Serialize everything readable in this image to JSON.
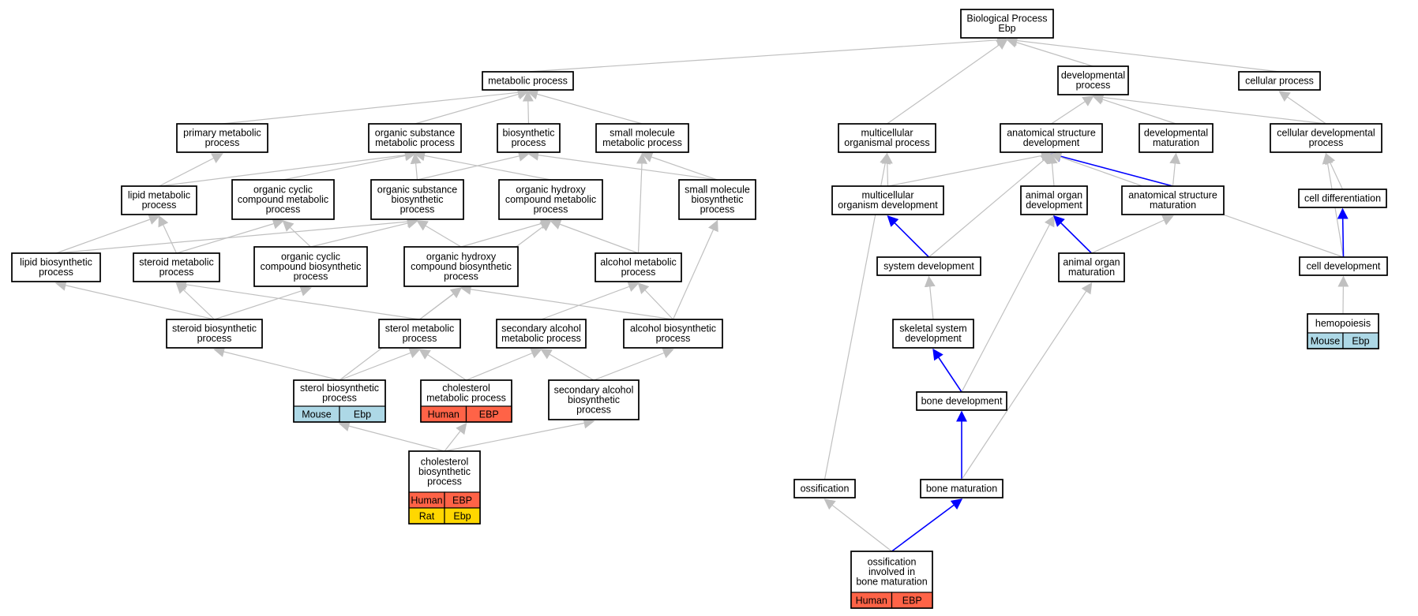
{
  "colors": {
    "edge_default": "#c0c0c0",
    "edge_highlight": "#0000ff",
    "species_Mouse": "#add8e6",
    "species_Human": "#ff6347",
    "species_Rat": "#ffd700"
  },
  "nodes": [
    {
      "id": "bp",
      "lines": [
        "Biological Process",
        "Ebp"
      ]
    },
    {
      "id": "metabolic",
      "lines": [
        "metabolic process"
      ]
    },
    {
      "id": "developmental",
      "lines": [
        "developmental",
        "process"
      ]
    },
    {
      "id": "cellular",
      "lines": [
        "cellular process"
      ]
    },
    {
      "id": "primary_metabolic",
      "lines": [
        "primary metabolic",
        "process"
      ]
    },
    {
      "id": "organic_substance_metabolic",
      "lines": [
        "organic substance",
        "metabolic process"
      ]
    },
    {
      "id": "biosynthetic",
      "lines": [
        "biosynthetic",
        "process"
      ]
    },
    {
      "id": "small_molecule_metabolic",
      "lines": [
        "small molecule",
        "metabolic process"
      ]
    },
    {
      "id": "multicellular_organismal",
      "lines": [
        "multicellular",
        "organismal process"
      ]
    },
    {
      "id": "anatomical_structure_dev",
      "lines": [
        "anatomical structure",
        "development"
      ]
    },
    {
      "id": "developmental_maturation",
      "lines": [
        "developmental",
        "maturation"
      ]
    },
    {
      "id": "cellular_developmental",
      "lines": [
        "cellular developmental",
        "process"
      ]
    },
    {
      "id": "lipid_metabolic",
      "lines": [
        "lipid metabolic",
        "process"
      ]
    },
    {
      "id": "organic_cyclic_metabolic",
      "lines": [
        "organic cyclic",
        "compound metabolic",
        "process"
      ]
    },
    {
      "id": "organic_substance_biosynthetic",
      "lines": [
        "organic substance",
        "biosynthetic",
        "process"
      ]
    },
    {
      "id": "organic_hydroxy_metabolic",
      "lines": [
        "organic hydroxy",
        "compound metabolic",
        "process"
      ]
    },
    {
      "id": "small_molecule_biosynthetic",
      "lines": [
        "small molecule",
        "biosynthetic",
        "process"
      ]
    },
    {
      "id": "multicellular_organism_dev",
      "lines": [
        "multicellular",
        "organism development"
      ]
    },
    {
      "id": "animal_organ_dev",
      "lines": [
        "animal organ",
        "development"
      ]
    },
    {
      "id": "anatomical_structure_maturation",
      "lines": [
        "anatomical structure",
        "maturation"
      ]
    },
    {
      "id": "cell_differentiation",
      "lines": [
        "cell differentiation"
      ]
    },
    {
      "id": "lipid_biosynthetic",
      "lines": [
        "lipid biosynthetic",
        "process"
      ]
    },
    {
      "id": "steroid_metabolic",
      "lines": [
        "steroid metabolic",
        "process"
      ]
    },
    {
      "id": "organic_cyclic_biosynthetic",
      "lines": [
        "organic cyclic",
        "compound biosynthetic",
        "process"
      ]
    },
    {
      "id": "organic_hydroxy_biosynthetic",
      "lines": [
        "organic hydroxy",
        "compound biosynthetic",
        "process"
      ]
    },
    {
      "id": "alcohol_metabolic",
      "lines": [
        "alcohol metabolic",
        "process"
      ]
    },
    {
      "id": "system_dev",
      "lines": [
        "system development"
      ]
    },
    {
      "id": "animal_organ_maturation",
      "lines": [
        "animal organ",
        "maturation"
      ]
    },
    {
      "id": "cell_development",
      "lines": [
        "cell development"
      ]
    },
    {
      "id": "steroid_biosynthetic",
      "lines": [
        "steroid biosynthetic",
        "process"
      ]
    },
    {
      "id": "sterol_metabolic",
      "lines": [
        "sterol metabolic",
        "process"
      ]
    },
    {
      "id": "secondary_alcohol_metabolic",
      "lines": [
        "secondary alcohol",
        "metabolic process"
      ]
    },
    {
      "id": "alcohol_biosynthetic",
      "lines": [
        "alcohol biosynthetic",
        "process"
      ]
    },
    {
      "id": "skeletal_system_dev",
      "lines": [
        "skeletal system",
        "development"
      ]
    },
    {
      "id": "hemopoiesis",
      "lines": [
        "hemopoiesis"
      ],
      "rows": [
        [
          "Mouse",
          "Ebp"
        ]
      ]
    },
    {
      "id": "sterol_biosynthetic",
      "lines": [
        "sterol biosynthetic",
        "process"
      ],
      "rows": [
        [
          "Mouse",
          "Ebp"
        ]
      ]
    },
    {
      "id": "cholesterol_metabolic",
      "lines": [
        "cholesterol",
        "metabolic process"
      ],
      "rows": [
        [
          "Human",
          "EBP"
        ]
      ]
    },
    {
      "id": "secondary_alcohol_biosynthetic",
      "lines": [
        "secondary alcohol",
        "biosynthetic",
        "process"
      ]
    },
    {
      "id": "bone_dev",
      "lines": [
        "bone development"
      ]
    },
    {
      "id": "cholesterol_biosynthetic",
      "lines": [
        "cholesterol",
        "biosynthetic",
        "process"
      ],
      "rows": [
        [
          "Human",
          "EBP"
        ],
        [
          "Rat",
          "Ebp"
        ]
      ]
    },
    {
      "id": "ossification",
      "lines": [
        "ossification"
      ]
    },
    {
      "id": "bone_maturation",
      "lines": [
        "bone maturation"
      ]
    },
    {
      "id": "ossification_bone_maturation",
      "lines": [
        "ossification",
        "involved in",
        "bone maturation"
      ],
      "rows": [
        [
          "Human",
          "EBP"
        ]
      ]
    }
  ],
  "edges": [
    {
      "from": "metabolic",
      "to": "bp"
    },
    {
      "from": "multicellular_organismal",
      "to": "bp"
    },
    {
      "from": "developmental",
      "to": "bp"
    },
    {
      "from": "cellular",
      "to": "bp"
    },
    {
      "from": "primary_metabolic",
      "to": "metabolic"
    },
    {
      "from": "organic_substance_metabolic",
      "to": "metabolic"
    },
    {
      "from": "biosynthetic",
      "to": "metabolic"
    },
    {
      "from": "small_molecule_metabolic",
      "to": "metabolic"
    },
    {
      "from": "anatomical_structure_dev",
      "to": "developmental"
    },
    {
      "from": "developmental_maturation",
      "to": "developmental"
    },
    {
      "from": "cellular_developmental",
      "to": "developmental"
    },
    {
      "from": "cellular_developmental",
      "to": "cellular"
    },
    {
      "from": "lipid_metabolic",
      "to": "primary_metabolic"
    },
    {
      "from": "lipid_metabolic",
      "to": "organic_substance_metabolic"
    },
    {
      "from": "organic_cyclic_metabolic",
      "to": "organic_substance_metabolic"
    },
    {
      "from": "organic_substance_biosynthetic",
      "to": "organic_substance_metabolic"
    },
    {
      "from": "organic_hydroxy_metabolic",
      "to": "organic_substance_metabolic"
    },
    {
      "from": "organic_substance_biosynthetic",
      "to": "biosynthetic"
    },
    {
      "from": "small_molecule_biosynthetic",
      "to": "biosynthetic"
    },
    {
      "from": "small_molecule_biosynthetic",
      "to": "small_molecule_metabolic"
    },
    {
      "from": "alcohol_metabolic",
      "to": "small_molecule_metabolic"
    },
    {
      "from": "multicellular_organism_dev",
      "to": "multicellular_organismal"
    },
    {
      "from": "ossification",
      "to": "multicellular_organismal"
    },
    {
      "from": "multicellular_organism_dev",
      "to": "anatomical_structure_dev"
    },
    {
      "from": "system_dev",
      "to": "anatomical_structure_dev"
    },
    {
      "from": "animal_organ_dev",
      "to": "anatomical_structure_dev"
    },
    {
      "from": "anatomical_structure_maturation",
      "to": "anatomical_structure_dev",
      "highlight": true
    },
    {
      "from": "cell_development",
      "to": "anatomical_structure_dev"
    },
    {
      "from": "anatomical_structure_maturation",
      "to": "developmental_maturation"
    },
    {
      "from": "cell_differentiation",
      "to": "cellular_developmental"
    },
    {
      "from": "cell_development",
      "to": "cellular_developmental"
    },
    {
      "from": "lipid_biosynthetic",
      "to": "lipid_metabolic"
    },
    {
      "from": "steroid_metabolic",
      "to": "lipid_metabolic"
    },
    {
      "from": "lipid_biosynthetic",
      "to": "organic_substance_biosynthetic"
    },
    {
      "from": "steroid_metabolic",
      "to": "organic_cyclic_metabolic"
    },
    {
      "from": "organic_cyclic_biosynthetic",
      "to": "organic_cyclic_metabolic"
    },
    {
      "from": "organic_cyclic_biosynthetic",
      "to": "organic_substance_biosynthetic"
    },
    {
      "from": "organic_hydroxy_biosynthetic",
      "to": "organic_substance_biosynthetic"
    },
    {
      "from": "organic_hydroxy_biosynthetic",
      "to": "organic_hydroxy_metabolic"
    },
    {
      "from": "alcohol_metabolic",
      "to": "organic_hydroxy_metabolic"
    },
    {
      "from": "sterol_metabolic",
      "to": "organic_hydroxy_metabolic"
    },
    {
      "from": "alcohol_biosynthetic",
      "to": "small_molecule_biosynthetic"
    },
    {
      "from": "system_dev",
      "to": "multicellular_organism_dev",
      "highlight": true
    },
    {
      "from": "bone_dev",
      "to": "animal_organ_dev"
    },
    {
      "from": "animal_organ_maturation",
      "to": "animal_organ_dev",
      "highlight": true
    },
    {
      "from": "animal_organ_maturation",
      "to": "anatomical_structure_maturation"
    },
    {
      "from": "cell_development",
      "to": "cell_differentiation",
      "highlight": true
    },
    {
      "from": "steroid_biosynthetic",
      "to": "lipid_biosynthetic"
    },
    {
      "from": "steroid_biosynthetic",
      "to": "steroid_metabolic"
    },
    {
      "from": "sterol_metabolic",
      "to": "steroid_metabolic"
    },
    {
      "from": "steroid_biosynthetic",
      "to": "organic_cyclic_biosynthetic"
    },
    {
      "from": "alcohol_biosynthetic",
      "to": "organic_hydroxy_biosynthetic"
    },
    {
      "from": "sterol_biosynthetic",
      "to": "organic_hydroxy_biosynthetic"
    },
    {
      "from": "secondary_alcohol_metabolic",
      "to": "alcohol_metabolic"
    },
    {
      "from": "alcohol_biosynthetic",
      "to": "alcohol_metabolic"
    },
    {
      "from": "skeletal_system_dev",
      "to": "system_dev"
    },
    {
      "from": "hemopoiesis",
      "to": "cell_development"
    },
    {
      "from": "sterol_biosynthetic",
      "to": "steroid_biosynthetic"
    },
    {
      "from": "sterol_biosynthetic",
      "to": "sterol_metabolic"
    },
    {
      "from": "cholesterol_metabolic",
      "to": "sterol_metabolic"
    },
    {
      "from": "cholesterol_metabolic",
      "to": "secondary_alcohol_metabolic"
    },
    {
      "from": "secondary_alcohol_biosynthetic",
      "to": "secondary_alcohol_metabolic"
    },
    {
      "from": "secondary_alcohol_biosynthetic",
      "to": "alcohol_biosynthetic"
    },
    {
      "from": "bone_dev",
      "to": "skeletal_system_dev",
      "highlight": true
    },
    {
      "from": "bone_maturation",
      "to": "bone_dev",
      "highlight": true
    },
    {
      "from": "bone_maturation",
      "to": "animal_organ_maturation"
    },
    {
      "from": "cholesterol_biosynthetic",
      "to": "sterol_biosynthetic"
    },
    {
      "from": "cholesterol_biosynthetic",
      "to": "cholesterol_metabolic"
    },
    {
      "from": "cholesterol_biosynthetic",
      "to": "secondary_alcohol_biosynthetic"
    },
    {
      "from": "ossification_bone_maturation",
      "to": "ossification"
    },
    {
      "from": "ossification_bone_maturation",
      "to": "bone_maturation",
      "highlight": true
    }
  ]
}
